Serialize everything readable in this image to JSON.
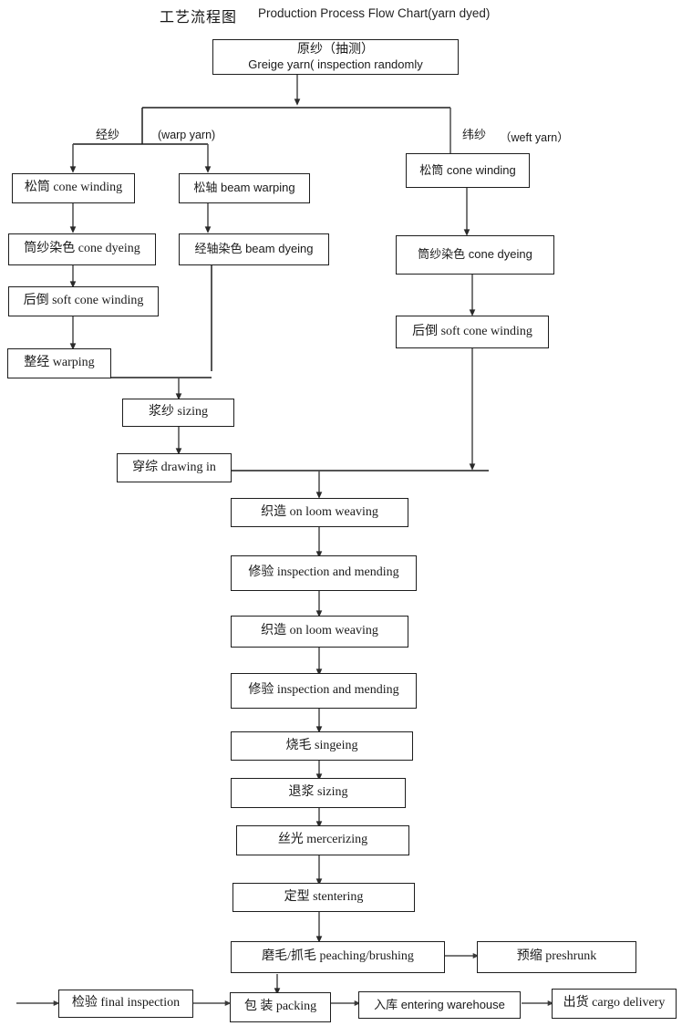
{
  "title": {
    "zh": "工艺流程图",
    "en": "Production Process Flow Chart(yarn dyed)"
  },
  "branch_labels": {
    "warp_zh": "经纱",
    "warp_en": "(warp yarn)",
    "weft_zh": "纬纱",
    "weft_en": "（weft yarn）"
  },
  "nodes": {
    "greige": {
      "line1": "原纱（抽测）",
      "line2": "Greige yarn( inspection randomly"
    },
    "cone_winding_left": "松筒 cone winding",
    "beam_warping": "松轴 beam warping",
    "cone_winding_right": "松筒 cone winding",
    "cone_dyeing_left": "筒纱染色 cone dyeing",
    "beam_dyeing": "经轴染色 beam dyeing",
    "cone_dyeing_right": "筒纱染色 cone dyeing",
    "soft_cone_winding_left": "后倒 soft cone winding",
    "soft_cone_winding_right": "后倒 soft cone winding",
    "warping": "整经 warping",
    "sizing_yarn": "浆纱 sizing",
    "drawing_in": "穿综 drawing in",
    "weaving_1": "织造 on loom weaving",
    "mending_1": "修验 inspection and mending",
    "weaving_2": "织造 on loom weaving",
    "mending_2": "修验 inspection and mending",
    "singeing": "烧毛 singeing",
    "desizing": "退浆 sizing",
    "mercerizing": "丝光 mercerizing",
    "stentering": "定型 stentering",
    "peaching": "磨毛/抓毛 peaching/brushing",
    "preshrunk": "预缩 preshrunk",
    "final_inspection": "检验 final inspection",
    "packing": "包 装 packing",
    "warehouse": "入库 entering warehouse",
    "delivery": "出货 cargo delivery"
  },
  "colors": {
    "stroke": "#1d1d1d",
    "arrow": "#4a4a4a",
    "background": "#ffffff",
    "text": "#1a1a1a"
  }
}
